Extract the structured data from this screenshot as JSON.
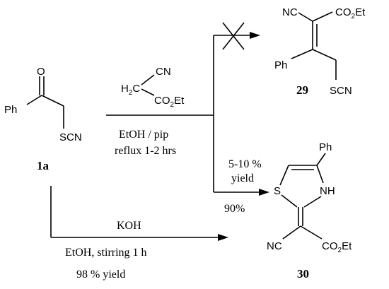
{
  "scheme": {
    "compounds": {
      "c1a": {
        "label": "1a",
        "atoms": {
          "o": "O",
          "ph": "Ph",
          "scn": "SCN"
        }
      },
      "reagent": {
        "h2c": "H",
        "h2c_sub": "2",
        "h2c_tail": "C",
        "cn": "CN",
        "co2et_a": "CO",
        "co2et_sub": "2",
        "co2et_b": "Et"
      },
      "c29": {
        "label": "29",
        "atoms": {
          "nc": "NC",
          "co2et_a": "CO",
          "co2et_sub": "2",
          "co2et_b": "Et",
          "ph": "Ph",
          "scn": "SCN"
        }
      },
      "c30": {
        "label": "30",
        "atoms": {
          "ph": "Ph",
          "s": "S",
          "nh": "NH",
          "nc": "NC",
          "co2et_a": "CO",
          "co2et_sub": "2",
          "co2et_b": "Et"
        }
      }
    },
    "conditions": {
      "route_a_line1": "EtOH / pip",
      "route_a_line2": "reflux 1-2 hrs",
      "route_a_yield_29_line1": "5-10 %",
      "route_a_yield_29_line2": "yield",
      "route_a_yield_30": "90%",
      "route_b_reagent": "KOH",
      "route_b_line1": "EtOH, stirring 1 h",
      "route_b_yield": "98 % yield"
    }
  }
}
